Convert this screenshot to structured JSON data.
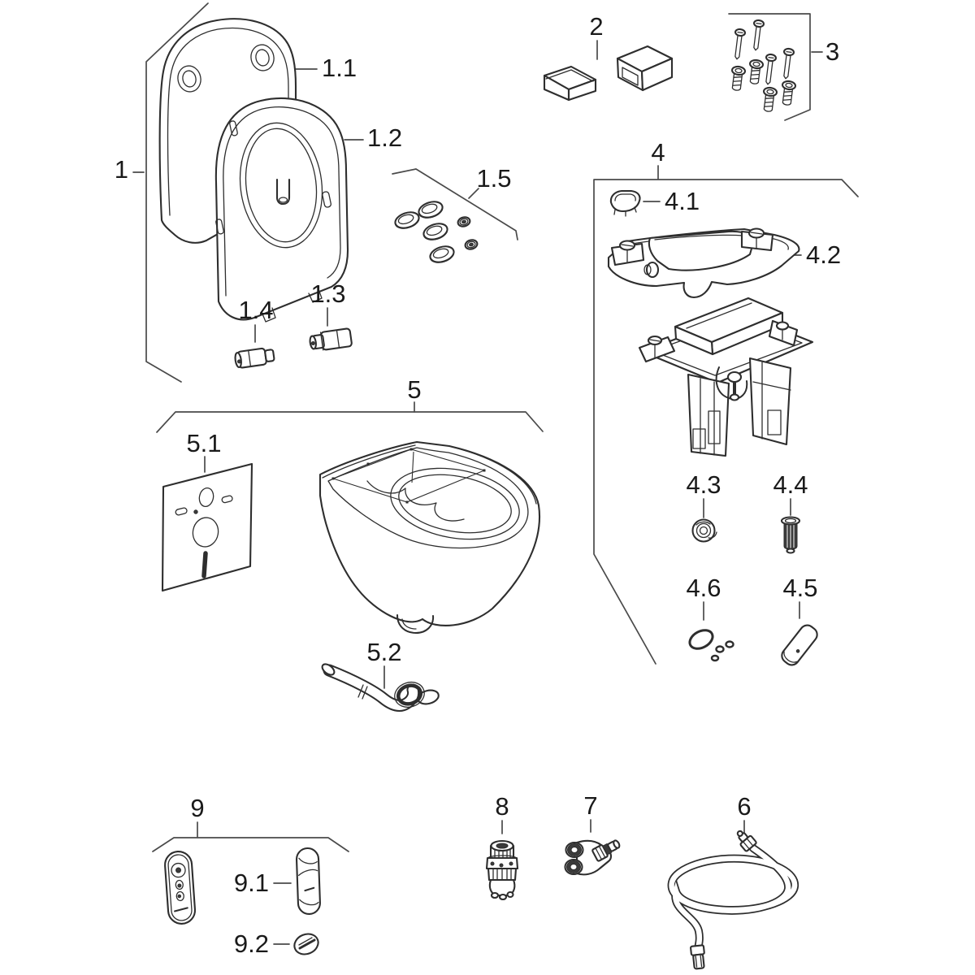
{
  "diagram": {
    "type": "exploded-parts-diagram",
    "background": "#ffffff",
    "bracket_line_color": "#4a4a4a",
    "part_outline_color": "#2e2e2e",
    "label_color": "#1a1a1a"
  },
  "parts": [
    {
      "id": "1",
      "label": "1",
      "kind": "seat-set-group"
    },
    {
      "id": "1.1",
      "label": "1.1",
      "kind": "seat-lid"
    },
    {
      "id": "1.2",
      "label": "1.2",
      "kind": "seat-ring"
    },
    {
      "id": "1.3",
      "label": "1.3",
      "kind": "hinge-bolt"
    },
    {
      "id": "1.4",
      "label": "1.4",
      "kind": "hinge-bolt-short"
    },
    {
      "id": "1.5",
      "label": "1.5",
      "kind": "buffer-set"
    },
    {
      "id": "2",
      "label": "2",
      "kind": "cover-caps"
    },
    {
      "id": "3",
      "label": "3",
      "kind": "screw-set"
    },
    {
      "id": "4",
      "label": "4",
      "kind": "fastening-mechanism-group"
    },
    {
      "id": "4.1",
      "label": "4.1",
      "kind": "clip"
    },
    {
      "id": "4.2",
      "label": "4.2",
      "kind": "cover-plate"
    },
    {
      "id": "4.3",
      "label": "4.3",
      "kind": "grommet"
    },
    {
      "id": "4.4",
      "label": "4.4",
      "kind": "threaded-insert"
    },
    {
      "id": "4.5",
      "label": "4.5",
      "kind": "sleeve-pin"
    },
    {
      "id": "4.6",
      "label": "4.6",
      "kind": "o-ring-set"
    },
    {
      "id": "5",
      "label": "5",
      "kind": "wc-pan-group"
    },
    {
      "id": "5.1",
      "label": "5.1",
      "kind": "sound-insulation-mat"
    },
    {
      "id": "5.2",
      "label": "5.2",
      "kind": "connector-bend"
    },
    {
      "id": "6",
      "label": "6",
      "kind": "supply-hose"
    },
    {
      "id": "7",
      "label": "7",
      "kind": "y-fitting"
    },
    {
      "id": "8",
      "label": "8",
      "kind": "valve-cartridge"
    },
    {
      "id": "9",
      "label": "9",
      "kind": "remote-control-group"
    },
    {
      "id": "9.1",
      "label": "9.1",
      "kind": "remote-holder"
    },
    {
      "id": "9.2",
      "label": "9.2",
      "kind": "button-cell-battery"
    }
  ]
}
